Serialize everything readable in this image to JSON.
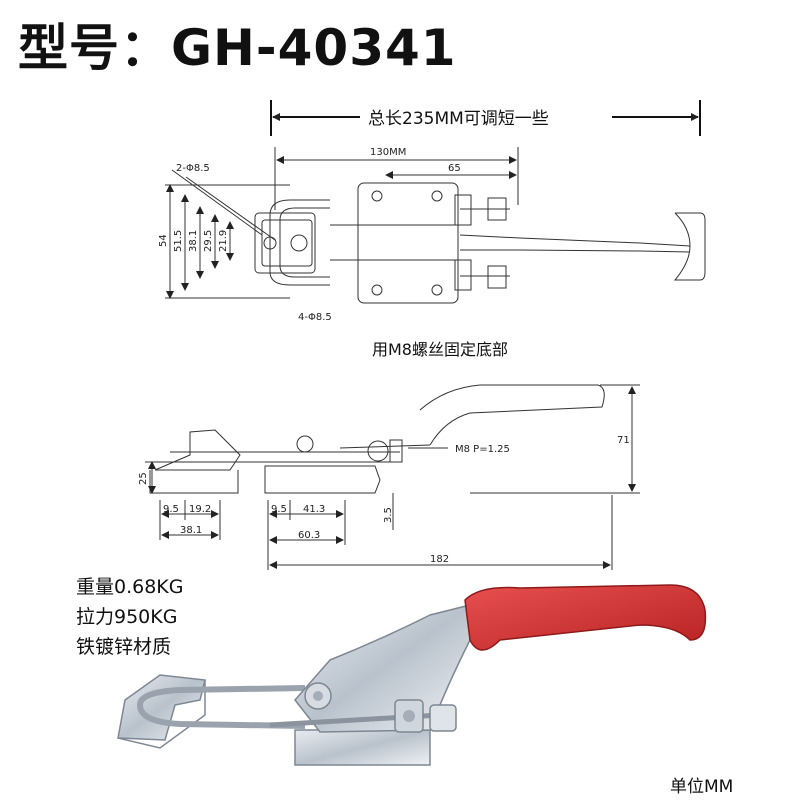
{
  "title": "型号：GH-40341",
  "overall_length_note": "总长235MM可调短一些",
  "mounting_note": "用M8螺丝固定底部",
  "specs": {
    "weight": "重量0.68KG",
    "pulling_force": "拉力950KG",
    "material": "铁镀锌材质"
  },
  "unit_note": "单位MM",
  "dimensions": {
    "top_view": {
      "length_130": "130MM",
      "dim_65": "65",
      "hole_2": "2-Φ8.5",
      "hole_4": "4-Φ8.5",
      "h54": "54",
      "h51_5": "51.5",
      "h38_1": "38.1",
      "h29_5": "29.5",
      "h21_9": "21.9"
    },
    "side_view": {
      "thread": "M8 P=1.25",
      "h71": "71",
      "h25": "25",
      "h3_5": "3.5",
      "d9_5_left": "9.5",
      "d19_2": "19.2",
      "d38_1": "38.1",
      "d9_5_right": "9.5",
      "d41_3": "41.3",
      "d60_3": "60.3",
      "d182": "182"
    }
  },
  "colors": {
    "handle_grip": "#d93838",
    "zinc_plating": "#c9d0d8",
    "line": "#333333"
  }
}
